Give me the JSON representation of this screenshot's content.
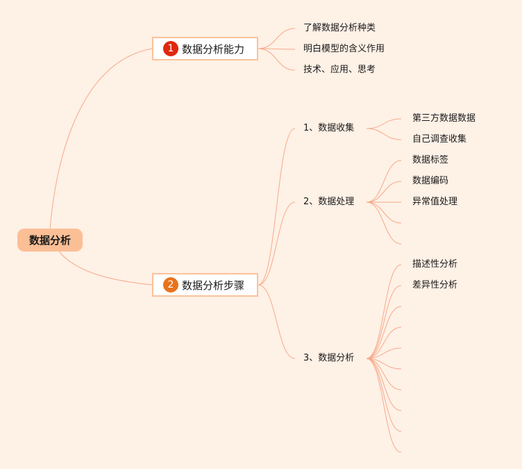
{
  "root": "数据分析",
  "branch1": {
    "number": "1",
    "title": "数据分析能力",
    "badge_color": "#e0280f",
    "children": [
      "了解数据分析种类",
      "明白模型的含义作用",
      "技术、应用、思考"
    ]
  },
  "branch2": {
    "number": "2",
    "title": "数据分析步骤",
    "badge_color": "#e8731c",
    "steps": [
      {
        "label": "1、数据收集",
        "children": [
          "第三方数据数据",
          "自己调查收集"
        ]
      },
      {
        "label": "2、数据处理",
        "children": [
          "数据标签",
          "数据编码",
          "异常值处理",
          "",
          ""
        ]
      },
      {
        "label": "3、数据分析",
        "children": [
          "描述性分析",
          "差异性分析",
          "",
          "",
          "",
          "",
          "",
          "",
          "",
          ""
        ]
      }
    ]
  },
  "colors": {
    "link": "#f7a98a",
    "background": "#fef1e6",
    "root_fill": "#fbbf96",
    "box_border": "#fbc29a"
  }
}
